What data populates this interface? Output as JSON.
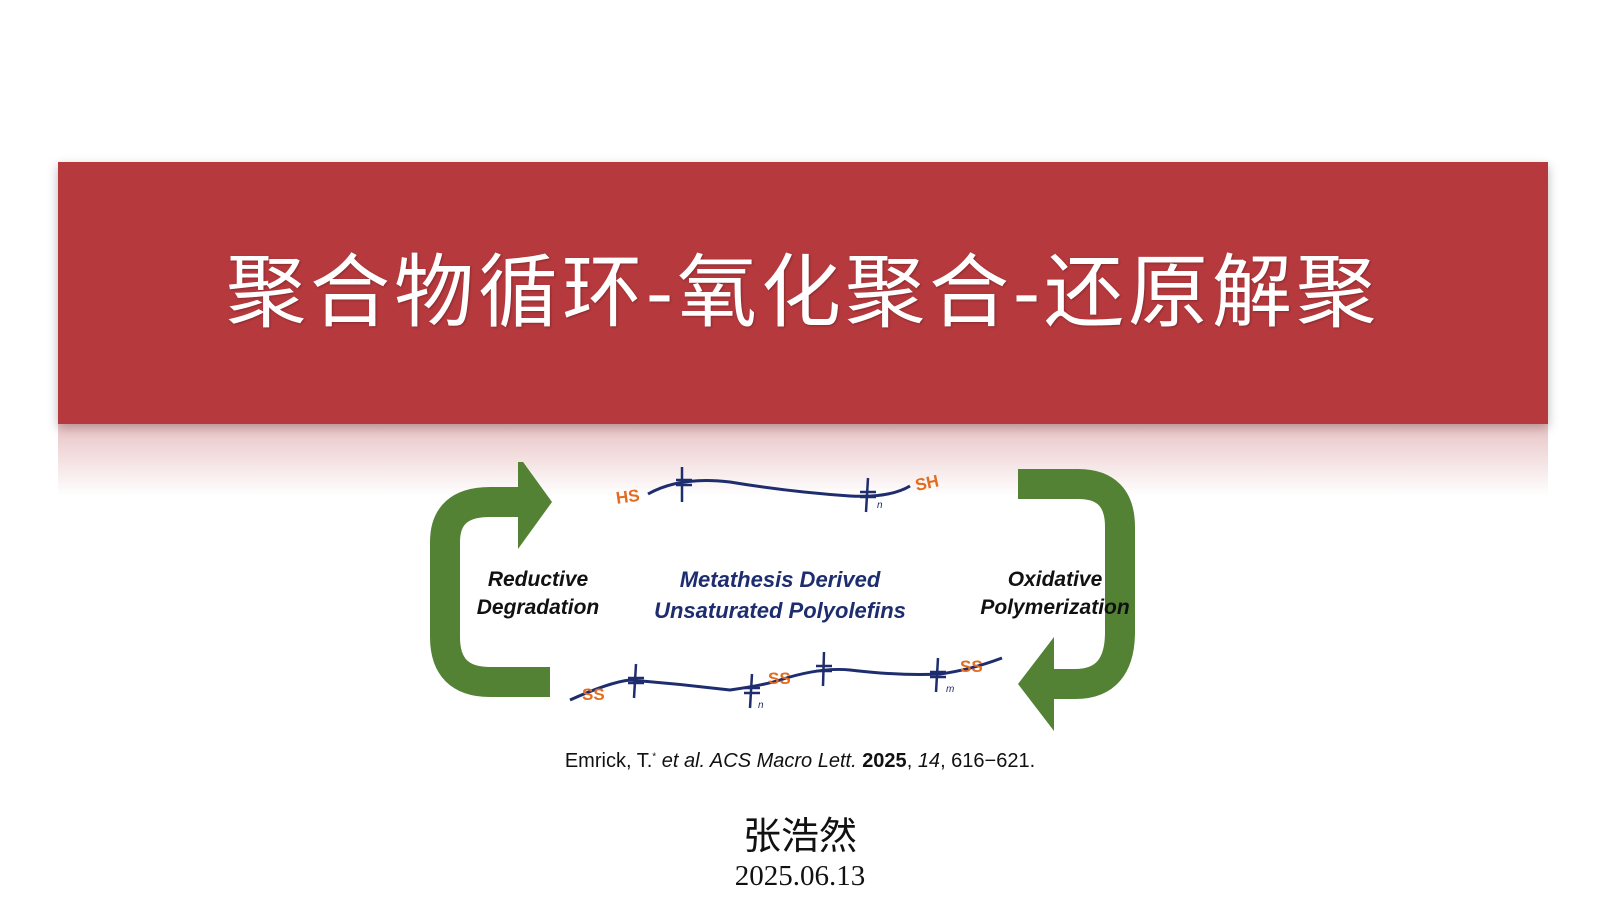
{
  "slide": {
    "title": "聚合物循环-氧化聚合-还原解聚",
    "presenter": "张浩然",
    "date": "2025.06.13"
  },
  "scheme": {
    "left_label": [
      "Reductive",
      "Degradation"
    ],
    "center_label": [
      "Metathesis Derived",
      "Unsaturated Polyolefins"
    ],
    "right_label": [
      "Oxidative",
      "Polymerization"
    ],
    "top_chain": {
      "end_left": "HS",
      "end_right": "SH",
      "repeat": "n"
    },
    "bottom_chain": {
      "link": "SS",
      "repeat_1": "n",
      "repeat_2": "m"
    }
  },
  "citation": {
    "authors": "Emrick, T.",
    "star": "*",
    "etal": " et al. ",
    "journal": "ACS Macro Lett.",
    "year": "2025",
    "volume": "14",
    "pages": ", 616−621."
  },
  "colors": {
    "banner": "#b5393d",
    "arrow_green": "#548235",
    "chain_navy": "#1e2d6e",
    "thiol_orange": "#e36c1f"
  }
}
